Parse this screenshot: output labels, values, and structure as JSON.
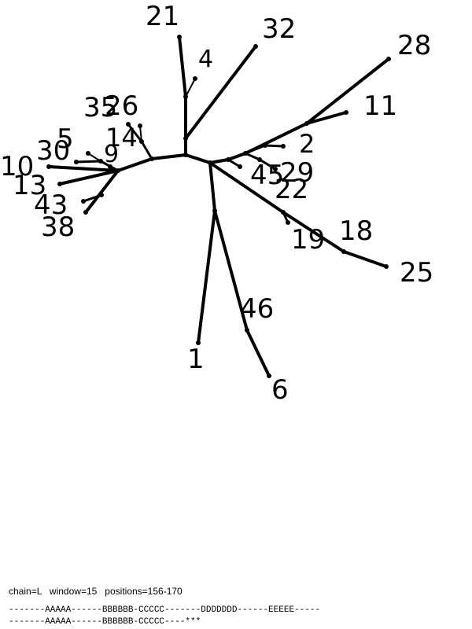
{
  "tree": {
    "leaf_labels": [
      "21",
      "4",
      "32",
      "28",
      "11",
      "2",
      "45",
      "29",
      "22",
      "19",
      "18",
      "25",
      "46",
      "1",
      "6",
      "35",
      "26",
      "14",
      "9",
      "5",
      "30",
      "10",
      "13",
      "43",
      "38"
    ]
  },
  "footer": {
    "params": "chain=L   window=15   positions=156-170",
    "seq_line_1": "-------AAAAA------BBBBBB-CCCCC-------DDDDDDD------EEEEE-----",
    "seq_line_2": "-------AAAAA------BBBBBB-CCCCC----***"
  }
}
